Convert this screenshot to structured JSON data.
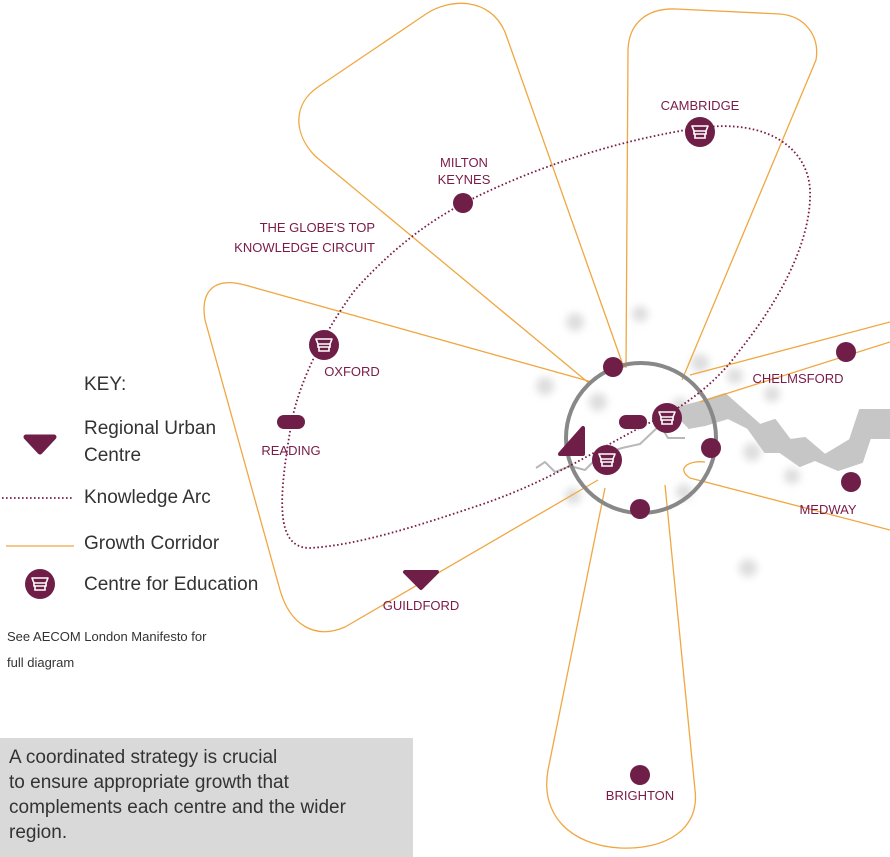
{
  "colors": {
    "maroon": "#6e1e47",
    "corridor": "#f0a742",
    "ring": "#888888",
    "ink": "#333333",
    "callout_bg": "#d9d9d9"
  },
  "map": {
    "places": {
      "cambridge": "CAMBRIDGE",
      "milton_keynes_1": "MILTON",
      "milton_keynes_2": "KEYNES",
      "oxford": "OXFORD",
      "reading": "READING",
      "guildford": "GUILDFORD",
      "chelmsford": "CHELMSFORD",
      "medway": "MEDWAY",
      "brighton": "BRIGHTON"
    },
    "arc_label_line1": "THE GLOBE'S TOP",
    "arc_label_line2": "KNOWLEDGE CIRCUIT"
  },
  "key": {
    "title": "KEY:",
    "items": [
      {
        "icon": "regional-urban-centre-icon",
        "label_line1": "Regional Urban",
        "label_line2": "Centre"
      },
      {
        "icon": "knowledge-arc-icon",
        "label": "Knowledge Arc"
      },
      {
        "icon": "growth-corridor-icon",
        "label": "Growth Corridor"
      },
      {
        "icon": "education-centre-icon",
        "label": "Centre for Education"
      }
    ],
    "note_line1": "See AECOM London Manifesto for",
    "note_line2": "full diagram"
  },
  "callout": {
    "line1": "A coordinated strategy is crucial",
    "line2": "to ensure appropriate growth that",
    "line3": "complements each centre and the wider",
    "line4": "region."
  }
}
